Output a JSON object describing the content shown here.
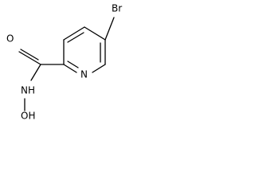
{
  "molecule": {
    "atoms": {
      "bromine": "Br",
      "carbonyl_oxygen": "O",
      "ring_nitrogen": "N",
      "amide_nh": "NH",
      "hydroxyl": "OH"
    },
    "colors": {
      "ink": "#000000",
      "background": "#ffffff"
    }
  }
}
